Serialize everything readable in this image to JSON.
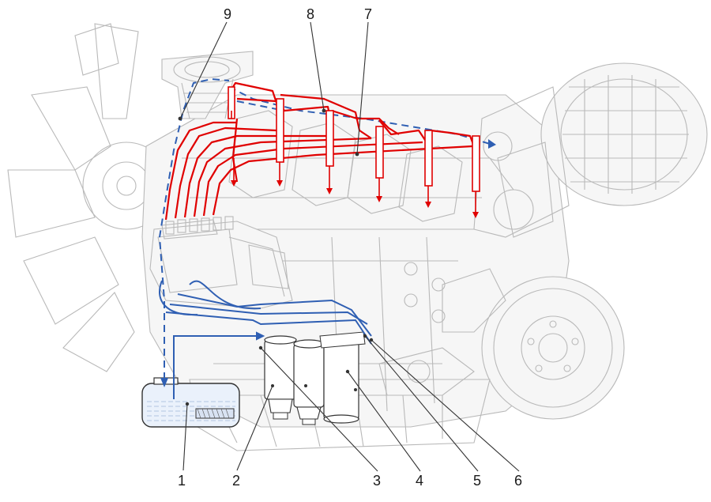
{
  "diagram": {
    "callouts": [
      {
        "id": "1",
        "label": "1"
      },
      {
        "id": "2",
        "label": "2"
      },
      {
        "id": "3",
        "label": "3"
      },
      {
        "id": "4",
        "label": "4"
      },
      {
        "id": "5",
        "label": "5"
      },
      {
        "id": "6",
        "label": "6"
      },
      {
        "id": "7",
        "label": "7"
      },
      {
        "id": "8",
        "label": "8"
      },
      {
        "id": "9",
        "label": "9"
      }
    ],
    "colors": {
      "high_pressure": "#e00000",
      "low_pressure": "#2f5fb3",
      "return_line": "#2f5fb3",
      "engine_outline": "#b9b9b9"
    }
  }
}
